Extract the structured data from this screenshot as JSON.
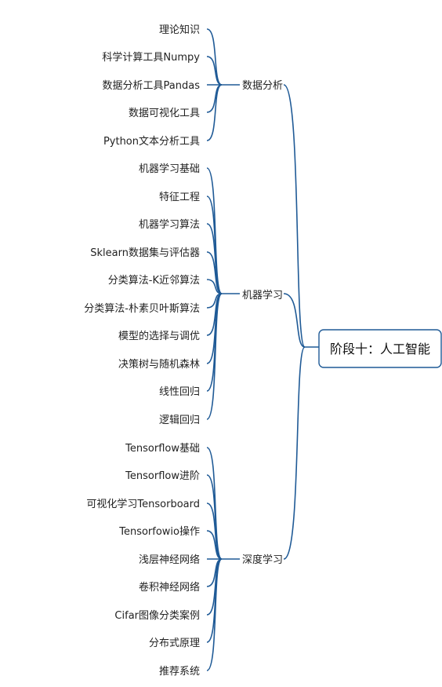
{
  "root": {
    "label": "阶段十：人工智能"
  },
  "branches": [
    {
      "label": "数据分析",
      "leaves": [
        "理论知识",
        "科学计算工具Numpy",
        "数据分析工具Pandas",
        "数据可视化工具",
        "Python文本分析工具"
      ]
    },
    {
      "label": "机器学习",
      "leaves": [
        "机器学习基础",
        "特征工程",
        "机器学习算法",
        "Sklearn数据集与评估器",
        "分类算法-K近邻算法",
        "分类算法-朴素贝叶斯算法",
        "模型的选择与调优",
        "决策树与随机森林",
        "线性回归",
        "逻辑回归"
      ]
    },
    {
      "label": "深度学习",
      "leaves": [
        "Tensorflow基础",
        "Tensorflow进阶",
        "可视化学习Tensorboard",
        "Tensorfowio操作",
        "浅层神经网络",
        "卷积神经网络",
        "Cifar图像分类案例",
        "分布式原理",
        "推荐系统"
      ]
    }
  ],
  "colors": {
    "connector": "#1f5a96",
    "text": "#222222"
  }
}
